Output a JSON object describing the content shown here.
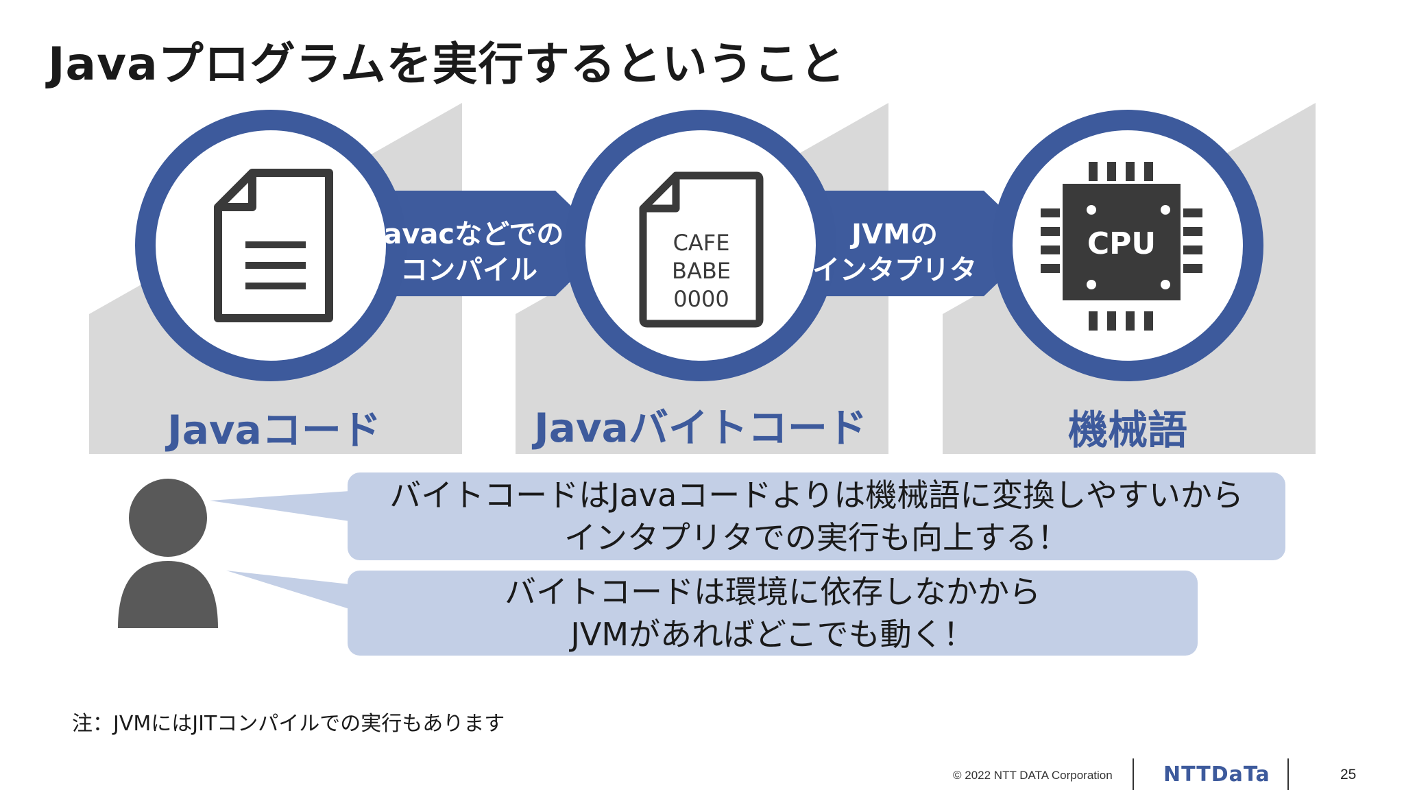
{
  "slide": {
    "title": "Javaプログラムを実行するということ",
    "stages": [
      {
        "label": "Javaコード",
        "icon": "document-icon"
      },
      {
        "label": "Javaバイトコード",
        "icon": "bytecode-file-icon"
      },
      {
        "label": "機械語",
        "icon": "cpu-icon"
      }
    ],
    "arrows": [
      {
        "line1": "javacなどでの",
        "line2": "コンパイル"
      },
      {
        "line1": "JVMの",
        "line2": "インタプリタ"
      }
    ],
    "bytecode_lines": [
      "CAFE",
      "BABE",
      "0000"
    ],
    "cpu_label": "CPU",
    "bubbles": [
      {
        "line1": "バイトコードはJavaコードよりは機械語に変換しやすいから",
        "line2": "インタプリタでの実行も向上する！"
      },
      {
        "line1": "バイトコードは環境に依存しなかから",
        "line2": "JVMがあればどこでも動く！"
      }
    ],
    "note": "注：JVMにはJITコンパイルでの実行もあります"
  },
  "footer": {
    "copyright": "© 2022 NTT DATA Corporation",
    "logo": "NTTDaTa",
    "page_number": "25"
  },
  "colors": {
    "accent_blue": "#3d5a9c",
    "arrow_blue": "#3e5b9d",
    "bubble_fill": "#c3cfe6",
    "panel_gray": "#d9d9d9",
    "icon_dark": "#3a3a3a"
  }
}
